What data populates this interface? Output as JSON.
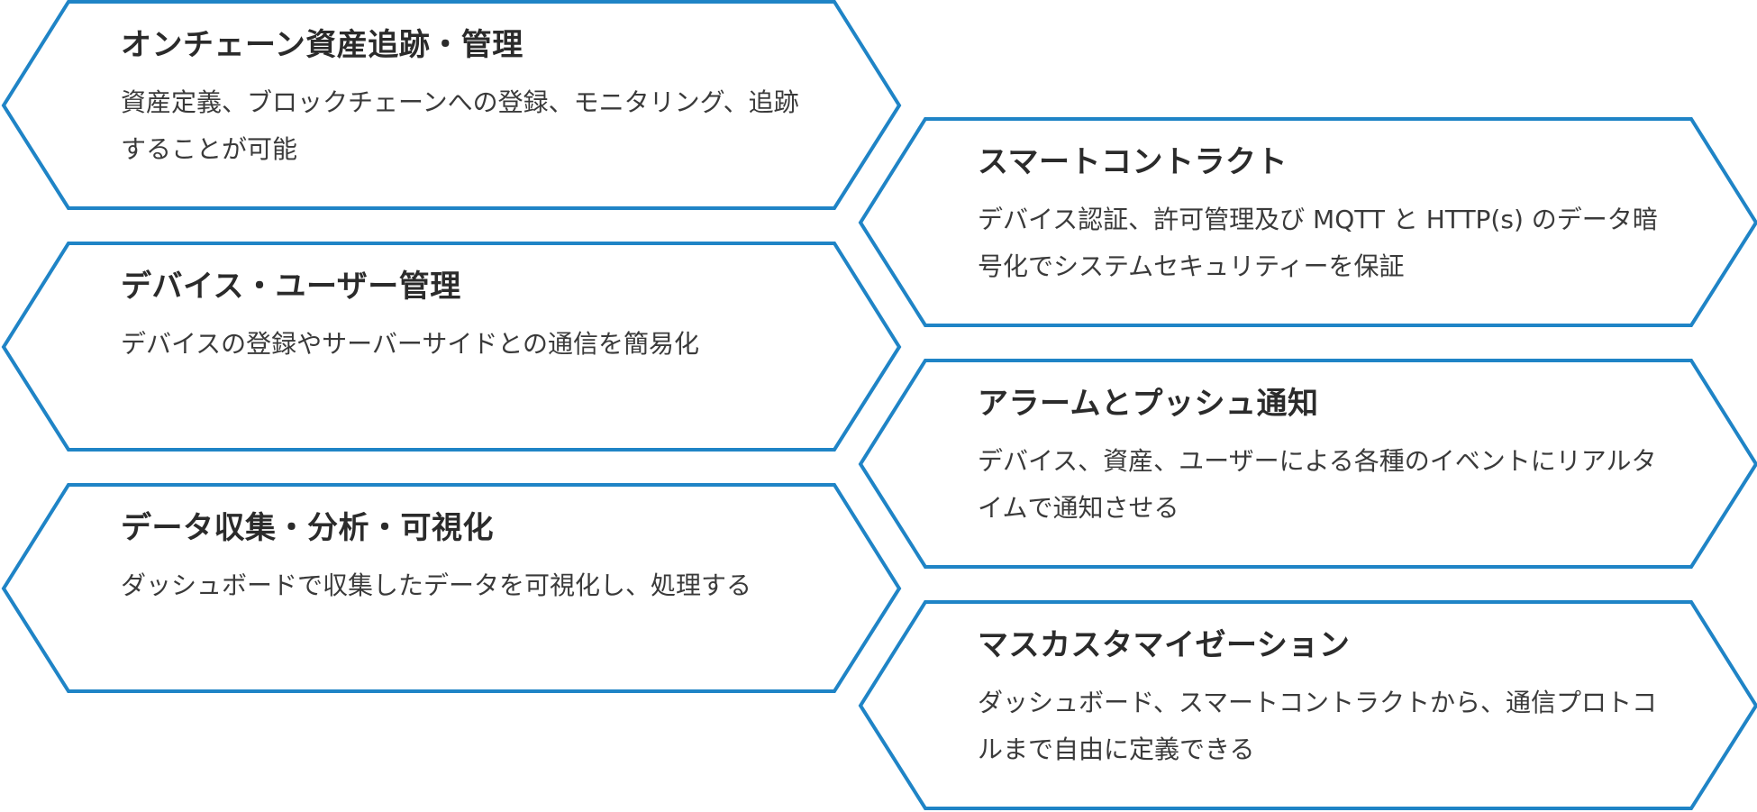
{
  "theme": {
    "border_color": "#1f84c6",
    "title_color": "#2b2b2b",
    "text_color": "#3a3a3a"
  },
  "features": [
    {
      "title": "オンチェーン資産追跡・管理",
      "description": "資産定義、ブロックチェーンへの登録、モニタリング、追跡することが可能"
    },
    {
      "title": "デバイス・ユーザー管理",
      "description": "デバイスの登録やサーバーサイドとの通信を簡易化"
    },
    {
      "title": "データ収集・分析・可視化",
      "description": "ダッシュボードで収集したデータを可視化し、処理する"
    },
    {
      "title": "スマートコントラクト",
      "description": "デバイス認証、許可管理及び MQTT と HTTP(s) のデータ暗号化でシステムセキュリティーを保証"
    },
    {
      "title": "アラームとプッシュ通知",
      "description": "デバイス、資産、ユーザーによる各種のイベントにリアルタイムで通知させる"
    },
    {
      "title": "マスカスタマイゼーション",
      "description": "ダッシュボード、スマートコントラクトから、通信プロトコルまで自由に定義できる"
    }
  ]
}
